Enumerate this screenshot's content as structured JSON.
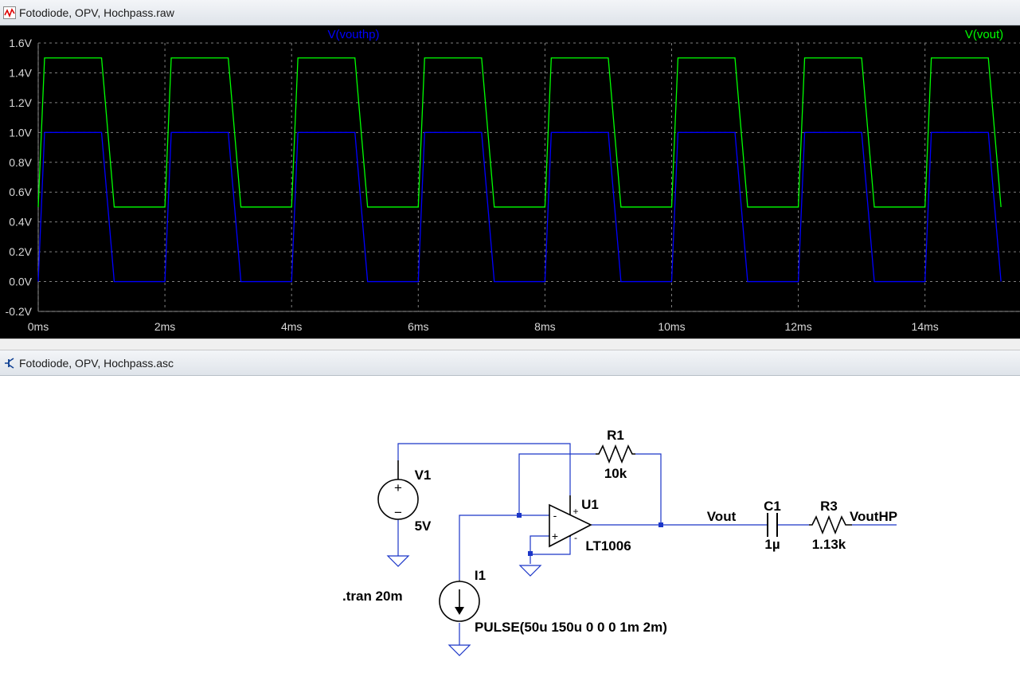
{
  "waveform_window": {
    "title": "Fotodiode, OPV, Hochpass.raw",
    "traces": [
      {
        "name": "V(vouthp)",
        "color": "#0000ff"
      },
      {
        "name": "V(vout)",
        "color": "#00ff00"
      }
    ]
  },
  "schematic_window": {
    "title": "Fotodiode, OPV, Hochpass.asc",
    "components": {
      "r1": {
        "ref": "R1",
        "value": "10k"
      },
      "v1": {
        "ref": "V1",
        "value": "5V"
      },
      "u1": {
        "ref": "U1",
        "value": "LT1006"
      },
      "c1": {
        "ref": "C1",
        "value": "1µ"
      },
      "r3": {
        "ref": "R3",
        "value": "1.13k"
      },
      "i1": {
        "ref": "I1",
        "value": "PULSE(50u 150u 0 0 0 1m 2m)"
      }
    },
    "nets": {
      "vout": "Vout",
      "vouthp": "VoutHP"
    },
    "directive": ".tran 20m",
    "opamp_pins": {
      "vplus_supply": "+",
      "vminus_supply": "-",
      "in_minus": "-",
      "in_plus": "+"
    },
    "v1_pins": {
      "plus": "+",
      "minus": "−"
    }
  },
  "chart_data": {
    "type": "line",
    "x_unit": "ms",
    "xlim": [
      0,
      15.5
    ],
    "ylim": [
      -0.2,
      1.6
    ],
    "x_ticks": [
      0,
      2,
      4,
      6,
      8,
      10,
      12,
      14
    ],
    "x_tick_labels": [
      "0ms",
      "2ms",
      "4ms",
      "6ms",
      "8ms",
      "10ms",
      "12ms",
      "14ms"
    ],
    "y_ticks": [
      -0.2,
      0,
      0.2,
      0.4,
      0.6,
      0.8,
      1.0,
      1.2,
      1.4,
      1.6
    ],
    "y_tick_labels": [
      "-0.2V",
      "0.0V",
      "0.2V",
      "0.4V",
      "0.6V",
      "0.8V",
      "1.0V",
      "1.2V",
      "1.4V",
      "1.6V"
    ],
    "grid": true,
    "series": [
      {
        "name": "V(vout)",
        "color": "#00ff00",
        "low": 0.5,
        "high": 1.5,
        "period_ms": 2,
        "rise_start_ms": 0,
        "rise_end_ms": 0.1,
        "fall_start_ms": 1.0,
        "fall_end_ms": 1.2
      },
      {
        "name": "V(vouthp)",
        "color": "#0000ff",
        "low": 0.0,
        "high": 1.0,
        "period_ms": 2,
        "rise_start_ms": 0,
        "rise_end_ms": 0.1,
        "fall_start_ms": 1.0,
        "fall_end_ms": 1.2
      }
    ]
  }
}
